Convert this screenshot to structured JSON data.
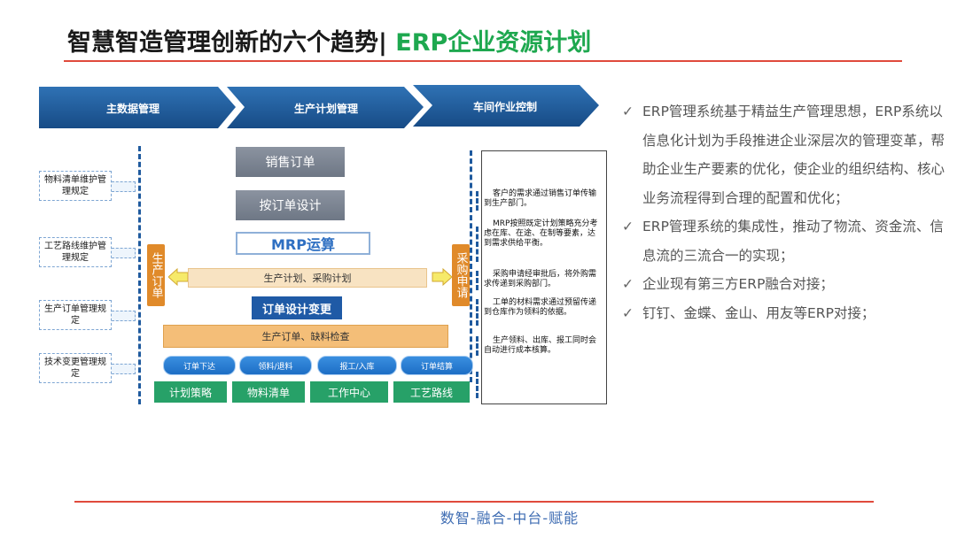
{
  "title": {
    "main": "智慧智造管理创新的六个趋势|",
    "accent": "ERP企业资源计划"
  },
  "phases": [
    "主数据管理",
    "生产计划管理",
    "车间作业控制"
  ],
  "left_rules": [
    "物料清单维护管理规定",
    "工艺路线维护管理规定",
    "生产订单管理规定",
    "技术变更管理规定"
  ],
  "center": {
    "sales_order": "销售订单",
    "design_to_order": "按订单设计",
    "mrp": "MRP运算",
    "plan_bar": "生产计划、采购计划",
    "order_change": "订单设计变更",
    "order_bar": "生产订单、缺料检查",
    "left_tag": "生产订单",
    "right_tag": "采购申请"
  },
  "ovals": [
    "订单下达",
    "领料/退料",
    "报工/入库",
    "订单结算"
  ],
  "bottom_boxes": [
    "计划策略",
    "物料清单",
    "工作中心",
    "工艺路线"
  ],
  "notes": [
    "客户的需求通过销售订单传输到生产部门。",
    "MRP按照既定计划策略充分考虑在库、在途、在制等要素，达到需求供给平衡。",
    "采购申请经审批后，将外购需求传递到采购部门。",
    "工单的材料需求通过预留传递到仓库作为领料的依据。",
    "生产领料、出库、报工同时会自动进行成本核算。"
  ],
  "bullets": [
    "ERP管理系统基于精益生产管理思想，ERP系统以信息化计划为手段推进企业深层次的管理变革，帮助企业生产要素的优化，使企业的组织结构、核心业务流程得到合理的配置和优化；",
    "ERP管理系统的集成性，推动了物流、资金流、信息流的三流合一的实现；",
    "企业现有第三方ERP融合对接；",
    "钉钉、金蝶、金山、用友等ERP对接；"
  ],
  "check_mark": "✓",
  "footer": "数智-融合-中台-赋能",
  "colors": {
    "accent_green": "#1ea84f",
    "phase_blue": "#1f5a9e",
    "line_red": "#e04a3c",
    "footer_blue": "#3f6db3"
  }
}
